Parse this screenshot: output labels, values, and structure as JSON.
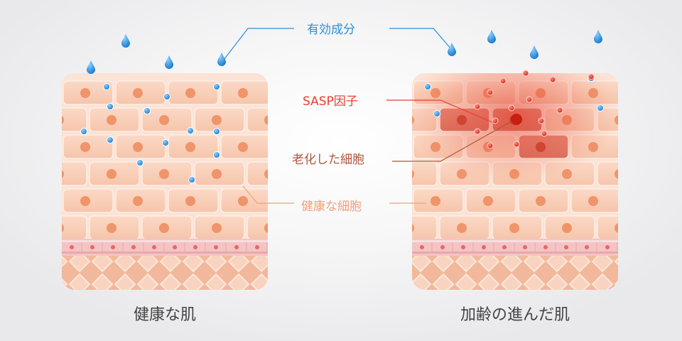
{
  "labels": {
    "active_ingredient": "有効成分",
    "sasp_factor": "SASP因子",
    "aged_cell": "老化した細胞",
    "healthy_cell": "健康な細胞"
  },
  "captions": {
    "healthy_skin": "健康な肌",
    "aged_skin": "加齢の進んだ肌"
  },
  "colors": {
    "ingredient": "#2d8fd6",
    "sasp": "#e8402f",
    "aged_cell": "#b2553d",
    "healthy_cell": "#f2a07a",
    "caption": "#444444"
  }
}
